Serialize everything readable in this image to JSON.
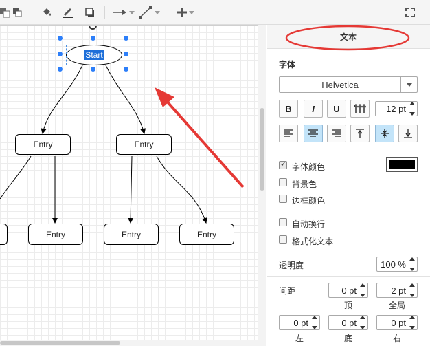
{
  "panel": {
    "title": "文本",
    "font_section": "字体",
    "font_family": "Helvetica",
    "font_size": "12 pt",
    "style_buttons": {
      "bold": "B",
      "italic": "I",
      "underline": "U"
    },
    "checkboxes": {
      "font_color": {
        "label": "字体颜色",
        "checked": true
      },
      "background": {
        "label": "背景色",
        "checked": false
      },
      "border_color": {
        "label": "边框颜色",
        "checked": false
      },
      "word_wrap": {
        "label": "自动换行",
        "checked": false
      },
      "formatted_text": {
        "label": "格式化文本",
        "checked": false
      }
    },
    "font_color_value": "#000000",
    "opacity_label": "透明度",
    "opacity_value": "100 %",
    "spacing_label": "间距",
    "spacing": {
      "top": {
        "value": "0 pt",
        "label": "顶"
      },
      "global": {
        "value": "2 pt",
        "label": "全局"
      },
      "left": {
        "value": "0 pt",
        "label": "左"
      },
      "bottom": {
        "value": "0 pt",
        "label": "底"
      },
      "right": {
        "value": "0 pt",
        "label": "右"
      }
    }
  },
  "diagram": {
    "root_label": "Start",
    "entries": [
      "Entry",
      "Entry",
      "Entry",
      "Entry",
      "Entry"
    ]
  },
  "colors": {
    "selection": "#2d7ff9",
    "annotation": "#e53935",
    "active_button": "#c3e4f9"
  },
  "icons": [
    "back-icon",
    "copy-icon",
    "fill-color-icon",
    "line-color-icon",
    "shadow-icon",
    "connection-icon",
    "waypoint-icon",
    "insert-plus-icon",
    "fullscreen-icon",
    "dropdown-arrow-icon"
  ]
}
